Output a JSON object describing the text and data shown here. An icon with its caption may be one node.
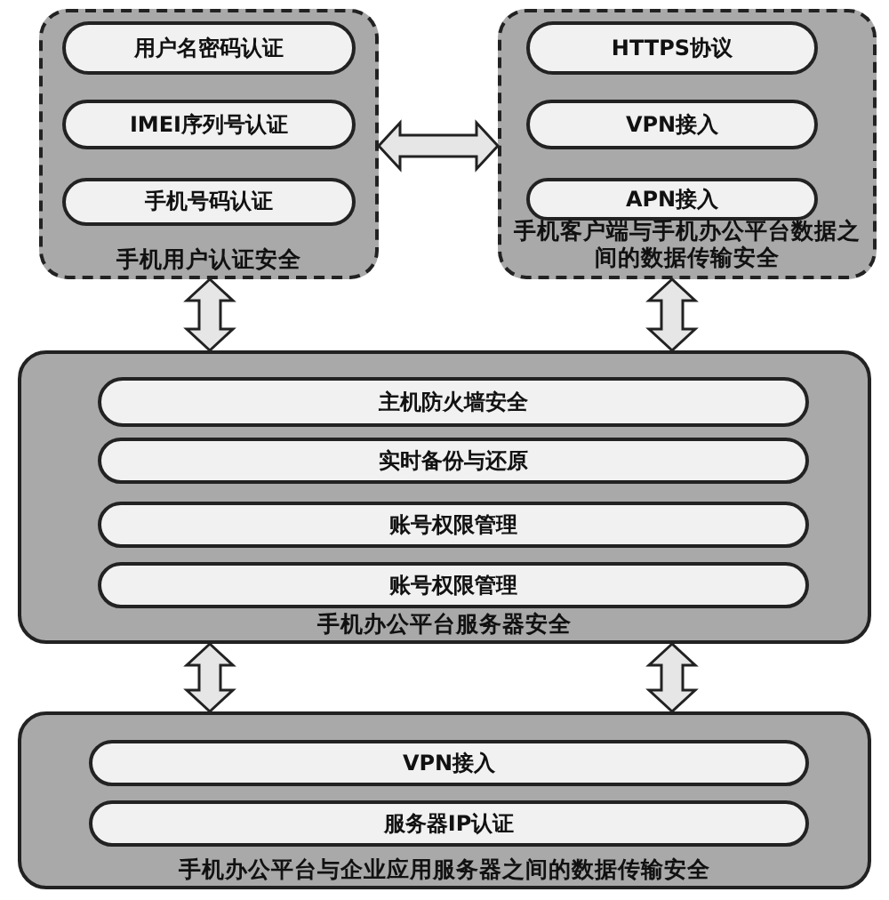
{
  "diagram": {
    "nodes": [
      {
        "text": [
          "手机用户认证安全"
        ]
      },
      {
        "text": [
          "用户名密码认证"
        ],
        "in": 0
      },
      {
        "text": [
          "IMEI序列号认证"
        ],
        "in": 0
      },
      {
        "text": [
          "手机号码认证"
        ],
        "in": 0
      },
      {
        "text": [
          "手机客户端与手机办公平台数据之间的数据传输安全"
        ]
      },
      {
        "text": [
          "HTTPS协议"
        ],
        "in": 4
      },
      {
        "text": [
          "VPN接入"
        ],
        "in": 4
      },
      {
        "text": [
          "APN接入"
        ],
        "in": 4
      },
      {
        "text": [
          "手机办公平台服务器安全"
        ]
      },
      {
        "text": [
          "主机防火墙安全"
        ],
        "in": 8
      },
      {
        "text": [
          "实时备份与还原"
        ],
        "in": 8
      },
      {
        "text": [
          "账号权限管理"
        ],
        "in": 8
      },
      {
        "text": [
          "账号权限管理"
        ],
        "in": 8
      },
      {
        "text": [
          "手机办公平台与企业应用服务器之间的数据传输安全"
        ]
      },
      {
        "text": [
          "VPN接入"
        ],
        "in": 13
      },
      {
        "text": [
          "服务器IP认证"
        ],
        "in": 13
      }
    ],
    "edges": [
      {
        "from": 0,
        "to": 4,
        "arrow": "both"
      },
      {
        "from": 0,
        "to": 8,
        "arrow": "both"
      },
      {
        "from": 4,
        "to": 8,
        "arrow": "both"
      },
      {
        "from": 8,
        "to": 13,
        "arrow": "both"
      },
      {
        "from": 8,
        "to": 13,
        "arrow": "both"
      }
    ]
  }
}
